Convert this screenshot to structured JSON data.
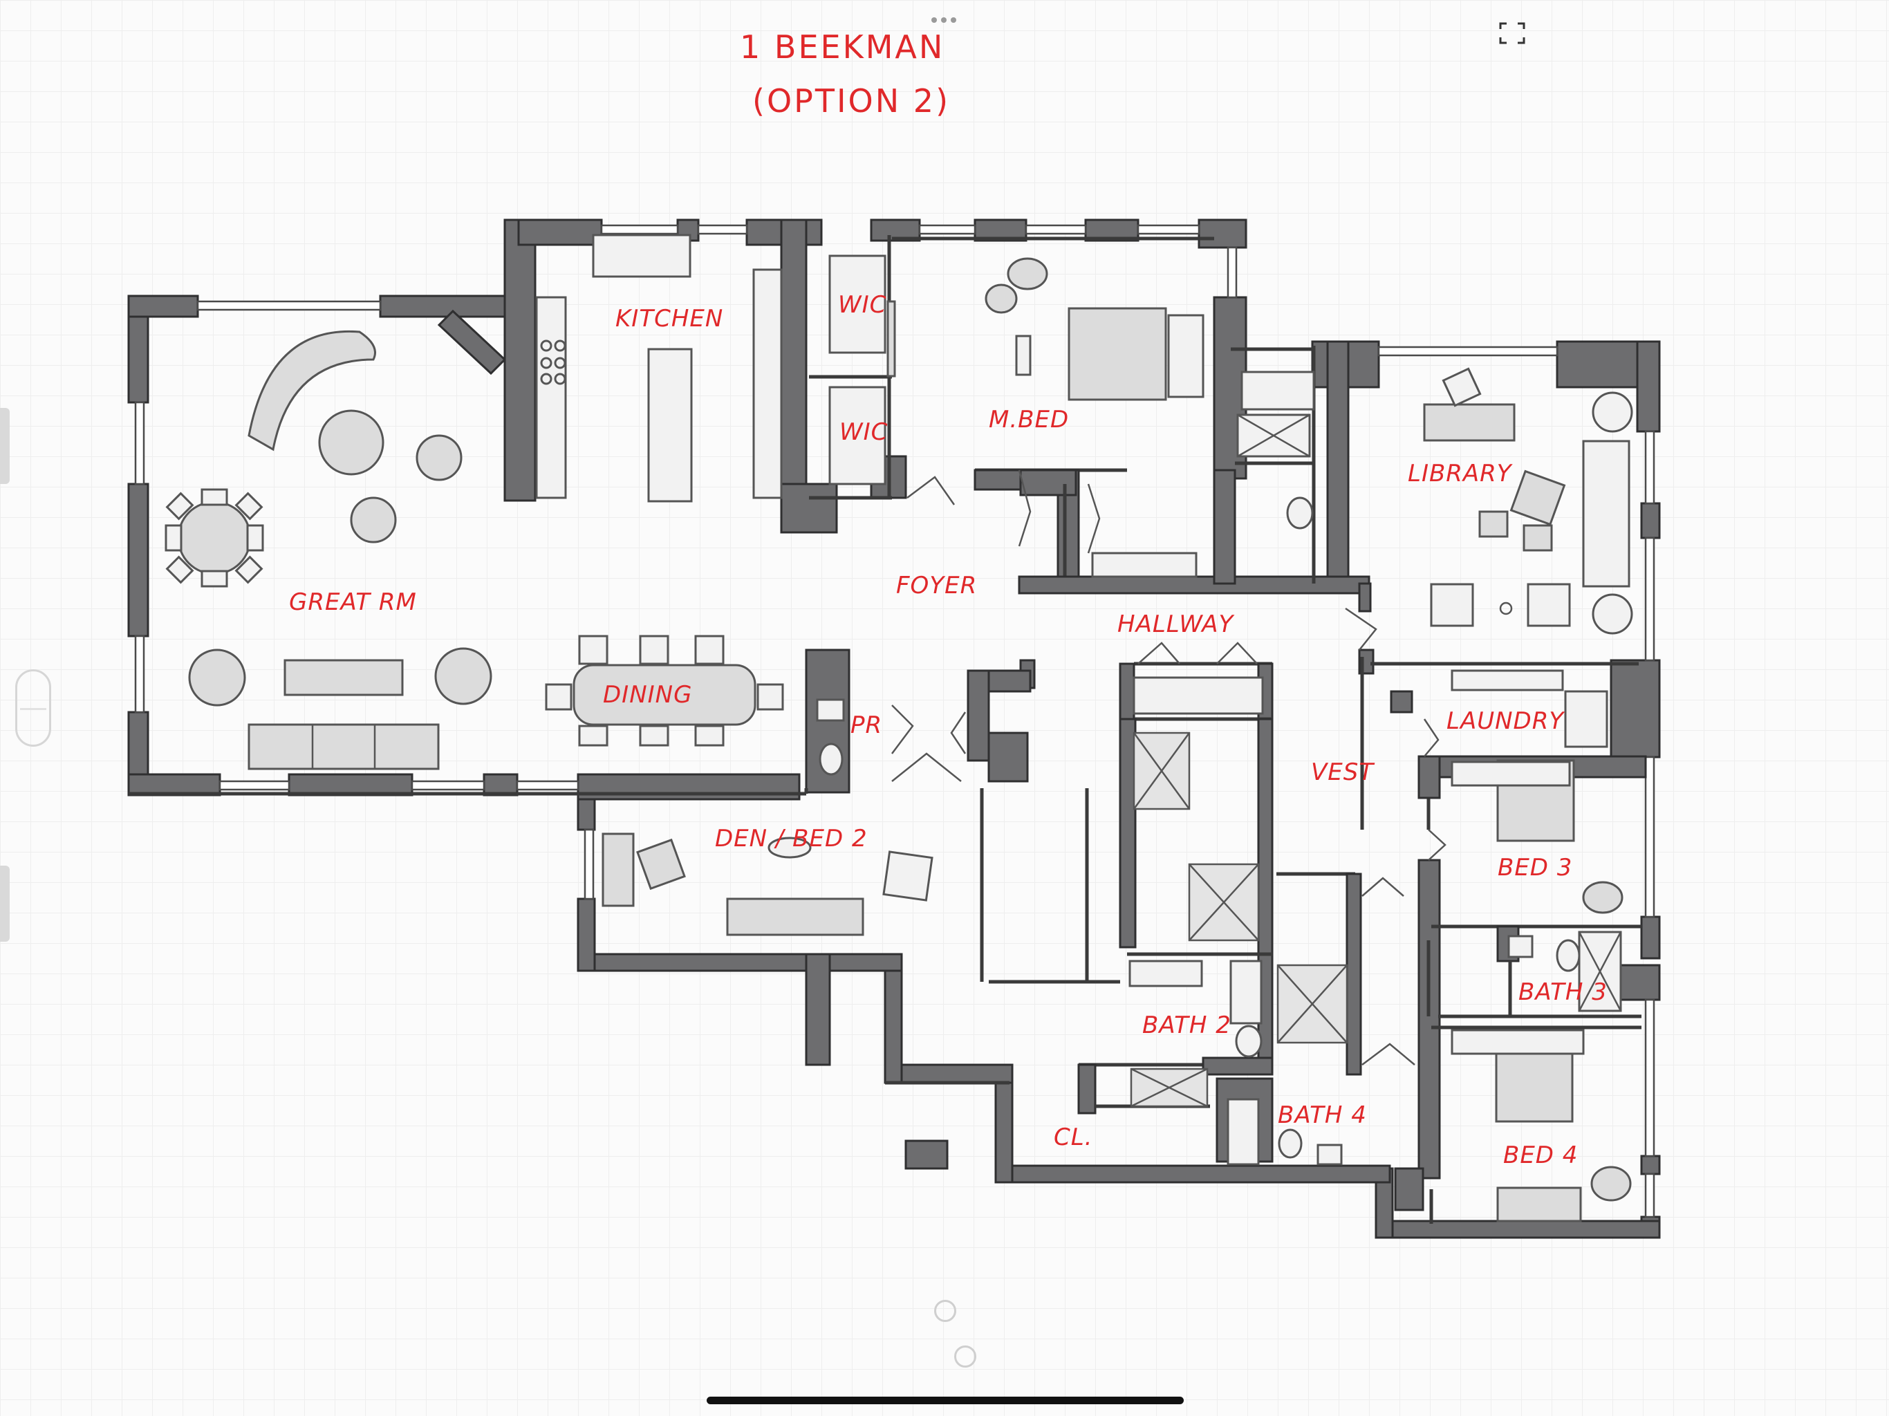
{
  "title": {
    "line1": "1 BEEKMAN",
    "line2": "(OPTION 2)"
  },
  "rooms": [
    {
      "id": "kitchen",
      "label": "KITCHEN"
    },
    {
      "id": "wic1",
      "label": "WIC"
    },
    {
      "id": "wic2",
      "label": "WIC"
    },
    {
      "id": "mbed",
      "label": "M.BED"
    },
    {
      "id": "library",
      "label": "LIBRARY"
    },
    {
      "id": "foyer",
      "label": "FOYER"
    },
    {
      "id": "great-rm",
      "label": "GREAT RM"
    },
    {
      "id": "hallway",
      "label": "HALLWAY"
    },
    {
      "id": "dining",
      "label": "DINING"
    },
    {
      "id": "pr",
      "label": "PR"
    },
    {
      "id": "laundry",
      "label": "LAUNDRY"
    },
    {
      "id": "vest",
      "label": "VEST"
    },
    {
      "id": "den-bed2",
      "label": "DEN / BED 2"
    },
    {
      "id": "bed3",
      "label": "BED 3"
    },
    {
      "id": "bath3",
      "label": "BATH 3"
    },
    {
      "id": "bath2",
      "label": "BATH 2"
    },
    {
      "id": "bath4",
      "label": "BATH 4"
    },
    {
      "id": "cl",
      "label": "CL."
    },
    {
      "id": "bed4",
      "label": "BED 4"
    }
  ],
  "icons": {
    "menu": "ellipsis-icon",
    "expand": "expand-icon",
    "home": "home-indicator"
  }
}
